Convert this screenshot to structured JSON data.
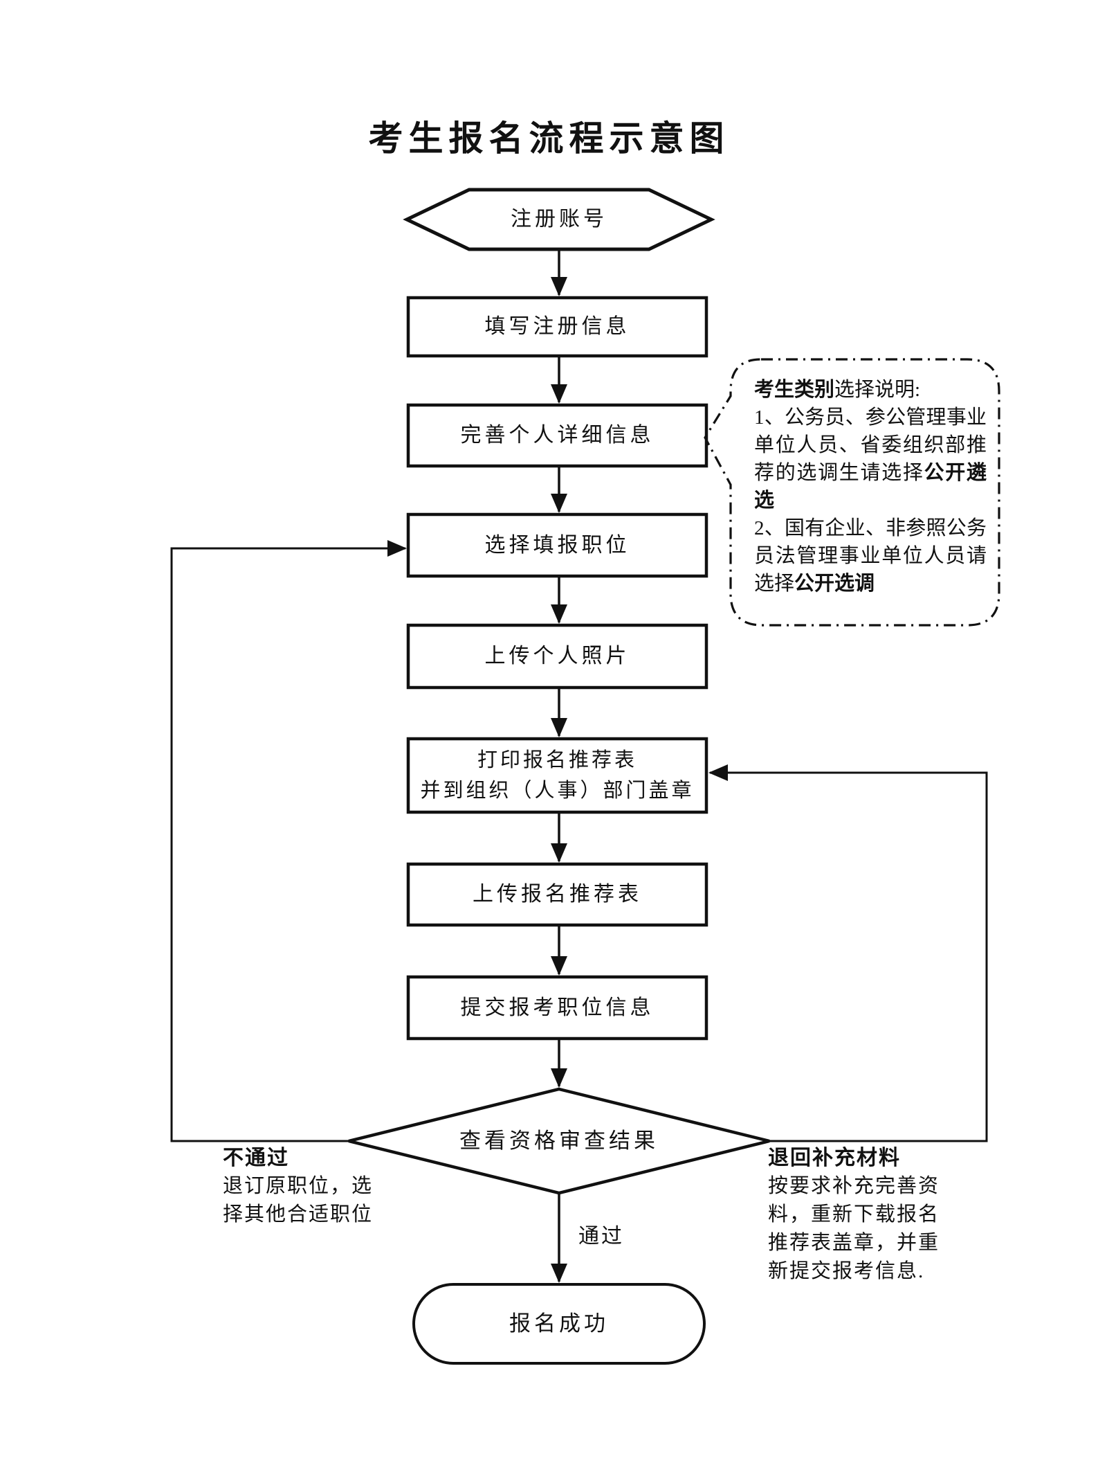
{
  "page": {
    "title": "考生报名流程示意图",
    "background_color": "#ffffff",
    "line_color": "#000000"
  },
  "flow": {
    "nodes": [
      {
        "id": "register-account",
        "type": "start-hexagon",
        "label": "注册账号"
      },
      {
        "id": "fill-registration-info",
        "type": "process",
        "label": "填写注册信息"
      },
      {
        "id": "complete-personal-details",
        "type": "process",
        "label": "完善个人详细信息"
      },
      {
        "id": "select-position",
        "type": "process",
        "label": "选择填报职位"
      },
      {
        "id": "upload-photo",
        "type": "process",
        "label": "上传个人照片"
      },
      {
        "id": "print-recommendation-form",
        "type": "process",
        "label_line1": "打印报名推荐表",
        "label_line2": "并到组织（人事）部门盖章"
      },
      {
        "id": "upload-recommendation-form",
        "type": "process",
        "label": "上传报名推荐表"
      },
      {
        "id": "submit-position-info",
        "type": "process",
        "label": "提交报考职位信息"
      },
      {
        "id": "review-result",
        "type": "decision",
        "label": "查看资格审查结果"
      },
      {
        "id": "registration-success",
        "type": "terminal",
        "label": "报名成功"
      }
    ]
  },
  "branches": {
    "pass": {
      "label": "通过"
    },
    "fail": {
      "title": "不通过",
      "lines": [
        "退订原职位，选",
        "择其他合适职位"
      ]
    },
    "returned": {
      "title": "退回补充材料",
      "lines": [
        "按要求补充完善资",
        "料，重新下载报名",
        "推荐表盖章，并重",
        "新提交报考信息."
      ]
    }
  },
  "note": {
    "title_bold": "考生类别",
    "title_rest": "选择说明:",
    "item1_text": "1、公务员、参公管理事业单位人员、省委组织部推荐的选调生请选择",
    "item1_bold": "公开遴选",
    "item2_text": "2、国有企业、非参照公务员法管理事业单位人员请选择",
    "item2_bold": "公开选调"
  }
}
